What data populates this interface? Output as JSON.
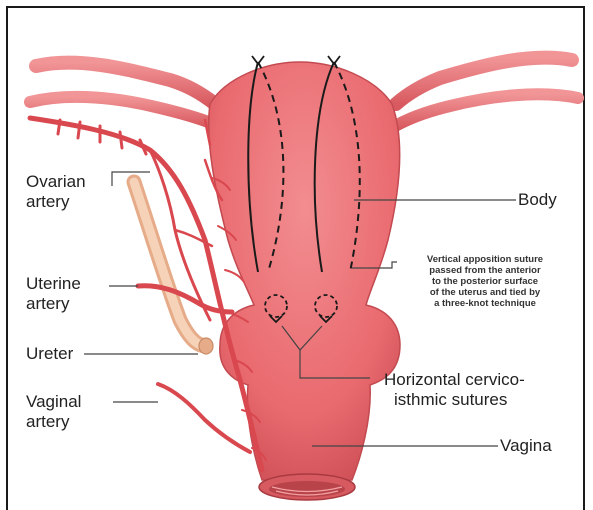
{
  "labels": {
    "ovarian_artery": [
      "Ovarian",
      "artery"
    ],
    "uterine_artery": [
      "Uterine",
      "artery"
    ],
    "ureter": "Ureter",
    "vaginal_artery": [
      "Vaginal",
      "artery"
    ],
    "body": "Body",
    "vertical_suture": [
      "Vertical apposition suture",
      "passed from the anterior",
      "to the posterior surface",
      "of the uterus and tied by",
      "a three-knot technique"
    ],
    "horizontal_sutures": [
      "Horizontal cervico-",
      "isthmic sutures"
    ],
    "vagina": "Vagina"
  },
  "colors": {
    "uterus": "#e96a6f",
    "uterus_dark": "#c8484e",
    "artery": "#d9484f",
    "ureter": "#f2c3a2",
    "suture": "#1a1a1a",
    "frame": "#1a1a1a"
  }
}
